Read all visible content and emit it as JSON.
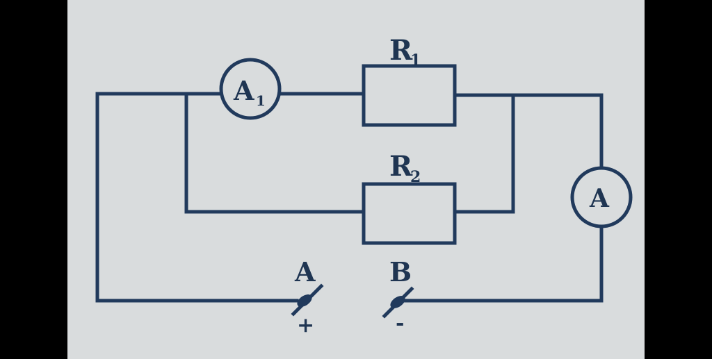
{
  "diagram": {
    "components": {
      "ammeter_a1": {
        "letter": "A",
        "sub": "1"
      },
      "ammeter_main": {
        "letter": "A"
      },
      "resistor_r1": {
        "letter": "R",
        "sub": "1"
      },
      "resistor_r2": {
        "letter": "R",
        "sub": "2"
      }
    },
    "terminals": {
      "a": {
        "label": "A",
        "polarity": "+"
      },
      "b": {
        "label": "B",
        "polarity": "-"
      }
    },
    "colors": {
      "ink": "#213a5c",
      "paper": "#d9dcdd",
      "border": "#000000"
    }
  }
}
